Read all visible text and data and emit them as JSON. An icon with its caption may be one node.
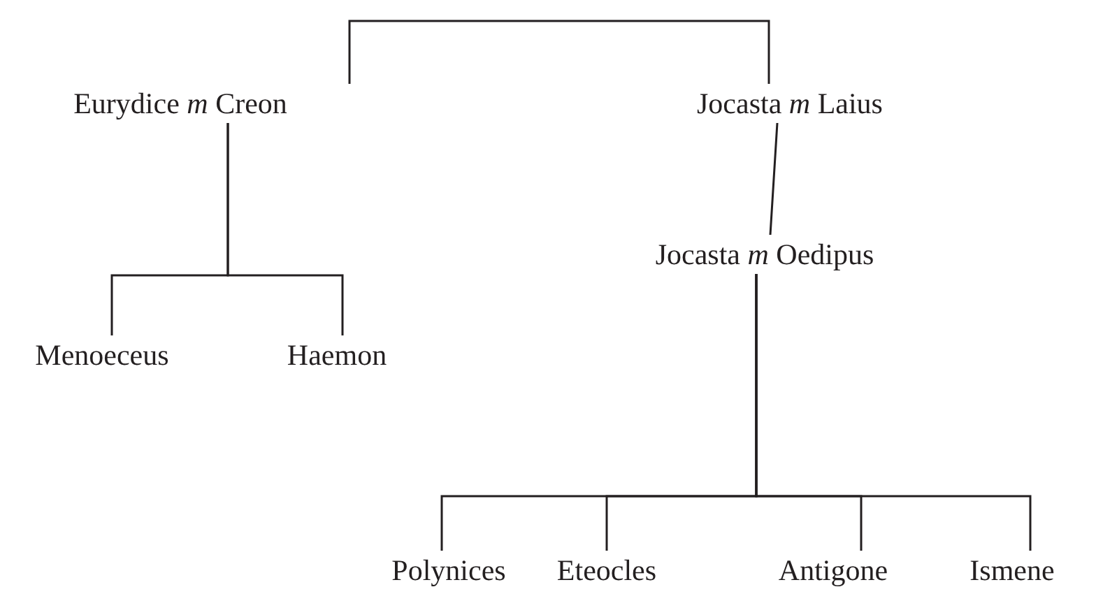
{
  "diagram": {
    "nodes": [
      {
        "text": [
          "Eurydice *m* Creon"
        ]
      },
      {
        "text": [
          "Jocasta *m* Laius"
        ]
      },
      {
        "text": [
          "Menoeceus"
        ]
      },
      {
        "text": [
          "Haemon"
        ]
      },
      {
        "text": [
          "Jocasta *m* Oedipus"
        ]
      },
      {
        "text": [
          "Polynices"
        ]
      },
      {
        "text": [
          "Eteocles"
        ]
      },
      {
        "text": [
          "Antigone"
        ]
      },
      {
        "text": [
          "Ismene"
        ]
      }
    ],
    "edges": [
      {
        "from": 0,
        "to": 1,
        "arrow": "none"
      },
      {
        "from": 0,
        "to": 2,
        "arrow": "none"
      },
      {
        "from": 0,
        "to": 3,
        "arrow": "none"
      },
      {
        "from": 1,
        "to": 4,
        "arrow": "none"
      },
      {
        "from": 4,
        "to": 5,
        "arrow": "none"
      },
      {
        "from": 4,
        "to": 6,
        "arrow": "none"
      },
      {
        "from": 4,
        "to": 7,
        "arrow": "none"
      },
      {
        "from": 4,
        "to": 8,
        "arrow": "none"
      }
    ]
  }
}
